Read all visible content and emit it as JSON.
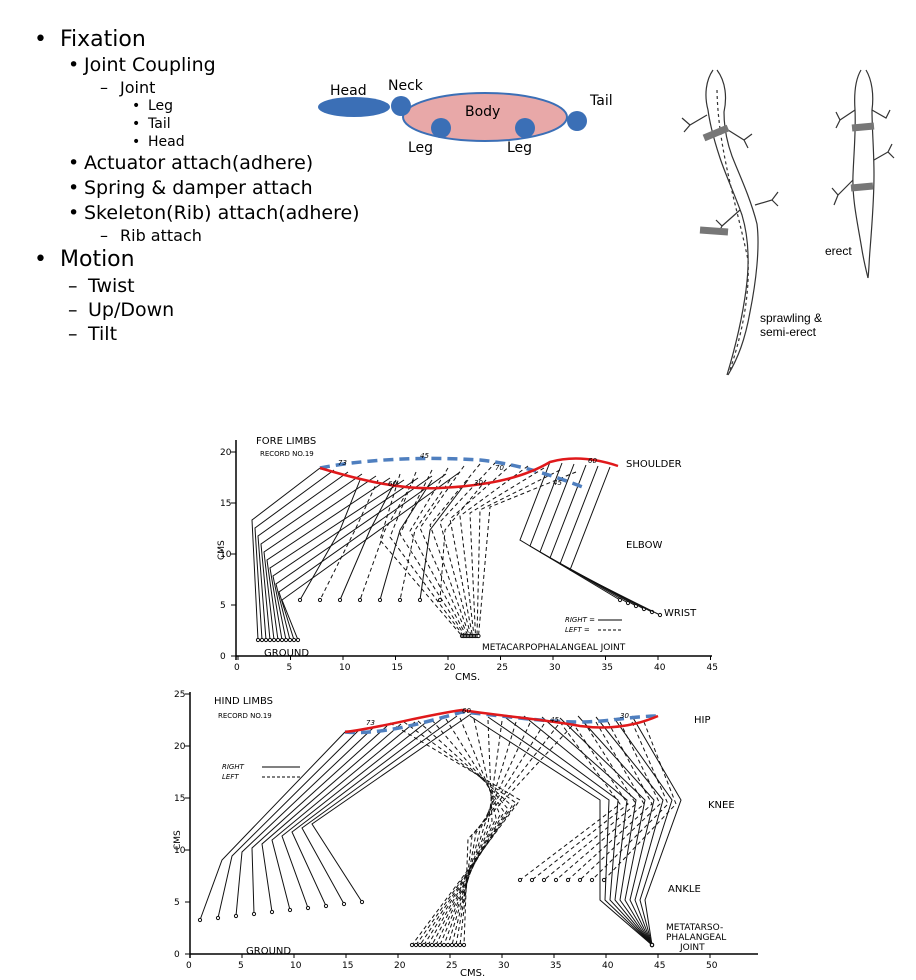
{
  "outline": {
    "fixation": "Fixation",
    "joint_coupling": "Joint Coupling",
    "joint": "Joint",
    "leg": "Leg",
    "tail": "Tail",
    "head": "Head",
    "actuator": "Actuator attach(adhere)",
    "spring": "Spring & damper attach",
    "skeleton": "Skeleton(Rib) attach(adhere)",
    "rib": "Rib attach",
    "motion": "Motion",
    "twist": "Twist",
    "updown": "Up/Down",
    "tilt": "Tilt"
  },
  "bodyplan": {
    "head": "Head",
    "neck": "Neck",
    "body": "Body",
    "tail": "Tail",
    "leg1": "Leg",
    "leg2": "Leg",
    "body_color": "#e8a8a8",
    "joint_color": "#3b6fb6"
  },
  "lizard": {
    "erect": "erect",
    "sprawl1": "sprawling &",
    "sprawl2": "semi-erect"
  },
  "fore": {
    "title": "FORE LIMBS",
    "record": "RECORD NO.19",
    "shoulder": "SHOULDER",
    "elbow": "ELBOW",
    "wrist": "WRIST",
    "right": "RIGHT =",
    "left": "LEFT =",
    "joint": "METACARPOPHALANGEAL JOINT",
    "ground": "GROUND",
    "cms": "CMS.",
    "ylabel": "CMS",
    "xticks": [
      "0",
      "5",
      "10",
      "15",
      "20",
      "25",
      "30",
      "35",
      "40",
      "45"
    ],
    "yticks": [
      "0",
      "5",
      "10",
      "15",
      "20"
    ],
    "marks": [
      "73",
      "60",
      "45",
      "30",
      "70",
      "45",
      "60"
    ]
  },
  "hind": {
    "title": "HIND LIMBS",
    "record": "RECORD NO.19",
    "hip": "HIP",
    "knee": "KNEE",
    "ankle": "ANKLE",
    "meta1": "METATARSO-",
    "meta2": "PHALANGEAL",
    "meta3": "JOINT",
    "right": "RIGHT",
    "left": "LEFT",
    "ground": "GROUND",
    "cms": "CMS.",
    "ylabel": "CMS",
    "xticks": [
      "0",
      "5",
      "10",
      "15",
      "20",
      "25",
      "30",
      "35",
      "40",
      "45",
      "50"
    ],
    "yticks": [
      "0",
      "5",
      "10",
      "15",
      "20",
      "25"
    ],
    "marks": [
      "73",
      "60",
      "45",
      "30"
    ]
  },
  "colors": {
    "red": "#e0191b",
    "blue": "#4f7fbf"
  }
}
